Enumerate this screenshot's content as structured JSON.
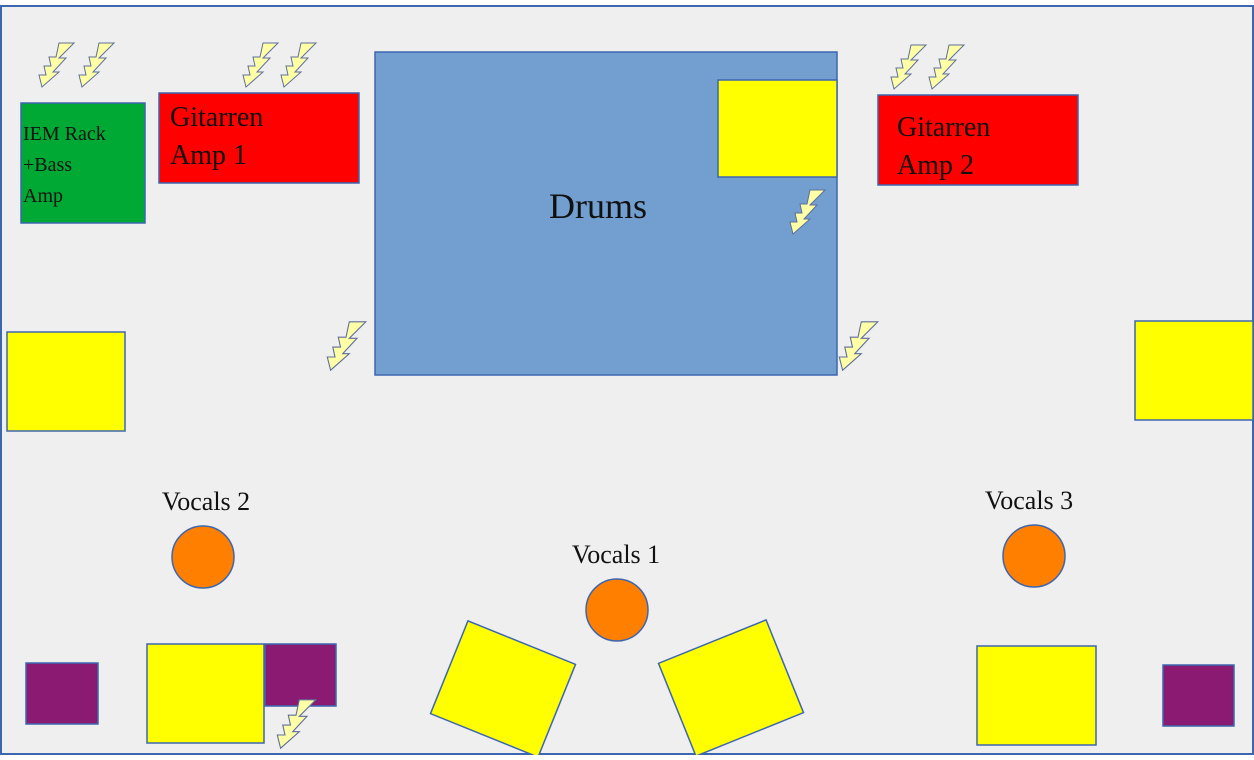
{
  "stage": {
    "drums": {
      "label": "Drums"
    },
    "amps": {
      "iem_rack": {
        "label_lines": [
          "IEM Rack",
          "+Bass",
          "Amp"
        ]
      },
      "guitar_1": {
        "label_lines": [
          "Gitarren",
          "Amp 1"
        ]
      },
      "guitar_2": {
        "label_lines": [
          "Gitarren",
          "Amp 2"
        ]
      }
    },
    "vocals": {
      "v1": {
        "label": "Vocals 1"
      },
      "v2": {
        "label": "Vocals 2"
      },
      "v3": {
        "label": "Vocals 3"
      }
    }
  },
  "colors": {
    "background": "#efefef",
    "border": "#3d66b0",
    "drums_fill": "#729fcf",
    "monitor_yellow": "#ffff00",
    "guitar_amp_red": "#ff0000",
    "iem_green": "#00a933",
    "vocal_orange": "#ff7f00",
    "di_purple": "#8b1a73",
    "power_bolt_fill": "#ffffa6"
  },
  "icons": {
    "power": "lightning-bolt-icon"
  }
}
